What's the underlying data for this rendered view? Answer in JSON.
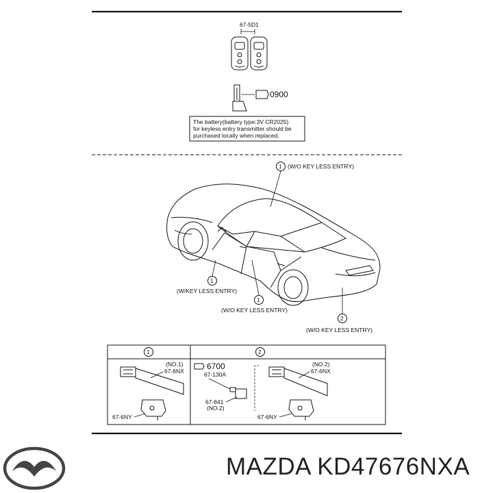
{
  "top_section": {
    "key_part_number": "67-5D1",
    "battery_part_number": "0900",
    "battery_note": [
      "The battery(battery type:3V CR2025)",
      "for keyless entry transmitter should be",
      "purchased locally when replaced."
    ]
  },
  "car_section": {
    "callout_roof": {
      "number": "1",
      "label": "(W/O KEY LESS ENTRY)"
    },
    "callout_front_door": {
      "number": "1",
      "label": "(W/KEY LESS ENTRY)"
    },
    "callout_rear_door": {
      "number": "1",
      "label": "(W/O KEY LESS ENTRY)"
    },
    "callout_trunk": {
      "number": "2",
      "label": "(W/O KEY LESS ENTRY)"
    }
  },
  "detail_table": {
    "col1_header": "1",
    "col2_header": "2",
    "col1": {
      "note1": "(NO.1)",
      "part_nx": "67-6NX",
      "part_ny": "67-6NY"
    },
    "col2": {
      "ref_part": "6700",
      "sub_part": "67-130A",
      "part_841": "67-841",
      "note2_small": "(NO.2)",
      "note2": "(NO.2)",
      "part_nx": "67-6NX",
      "part_ny": "67-6NY"
    }
  },
  "brand": {
    "text": "MAZDA KD47676NXA"
  }
}
